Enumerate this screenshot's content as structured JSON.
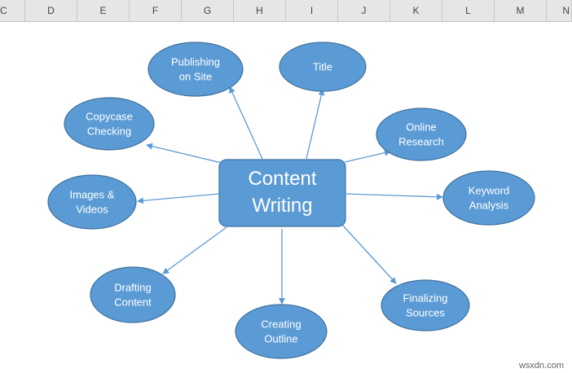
{
  "spreadsheet": {
    "columns": [
      "C",
      "D",
      "E",
      "F",
      "G",
      "H",
      "I",
      "J",
      "K",
      "L",
      "M",
      "N"
    ]
  },
  "diagram": {
    "center": {
      "lines": [
        "Content",
        "Writing"
      ]
    },
    "nodes": [
      {
        "id": "publishing-on-site",
        "lines": [
          "Publishing",
          "on Site"
        ]
      },
      {
        "id": "title",
        "lines": [
          "Title"
        ]
      },
      {
        "id": "copycase-checking",
        "lines": [
          "Copycase",
          "Checking"
        ]
      },
      {
        "id": "online-research",
        "lines": [
          "Online",
          "Research"
        ]
      },
      {
        "id": "images-videos",
        "lines": [
          "Images &",
          "Videos"
        ]
      },
      {
        "id": "keyword-analysis",
        "lines": [
          "Keyword",
          "Analysis"
        ]
      },
      {
        "id": "drafting-content",
        "lines": [
          "Drafting",
          "Content"
        ]
      },
      {
        "id": "creating-outline",
        "lines": [
          "Creating",
          "Outline"
        ]
      },
      {
        "id": "finalizing-sources",
        "lines": [
          "Finalizing",
          "Sources"
        ]
      }
    ],
    "colors": {
      "fill": "#5b9bd5",
      "stroke": "#41719c",
      "text": "#ffffff",
      "arrow": "#5b9bd5"
    }
  },
  "watermark": "wsxdn.com"
}
